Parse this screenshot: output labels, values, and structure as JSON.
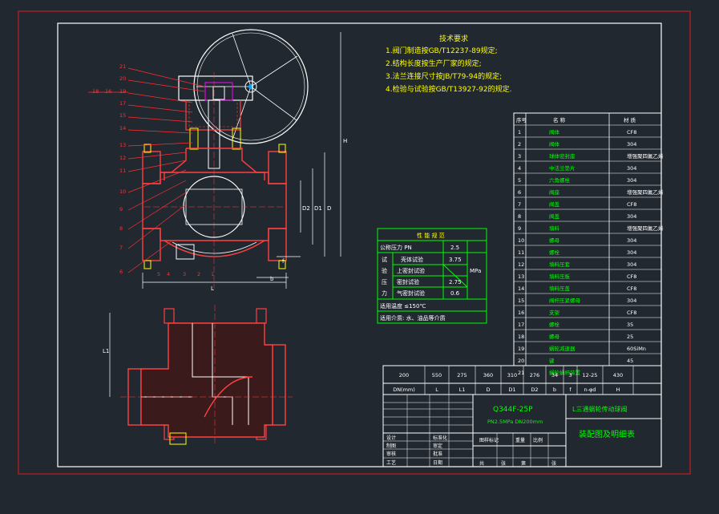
{
  "notes": {
    "title": "技术要求",
    "lines": [
      "1.阀门制造按GB/T12237-89规定;",
      "2.结构长度按生产厂家的规定;",
      "3.法兰连接尺寸按JB/T79-94的规定;",
      "4.检验与试验按GB/T13927-92的规定."
    ]
  },
  "parts": {
    "header": [
      "序号",
      "名 称",
      "材 质"
    ],
    "rows": [
      [
        "1",
        "阀体",
        "CF8"
      ],
      [
        "2",
        "阀体",
        "304"
      ],
      [
        "3",
        "球体密封座",
        "增强聚四氟乙烯"
      ],
      [
        "4",
        "中法兰垫片",
        "304"
      ],
      [
        "5",
        "六角螺栓",
        "304"
      ],
      [
        "6",
        "阀座",
        "增强聚四氟乙烯"
      ],
      [
        "7",
        "阀盖",
        "CF8"
      ],
      [
        "8",
        "阀盖",
        "304"
      ],
      [
        "9",
        "填料",
        "增强聚四氟乙烯"
      ],
      [
        "10",
        "螺母",
        "304"
      ],
      [
        "11",
        "螺栓",
        "304"
      ],
      [
        "12",
        "填料压套",
        "304"
      ],
      [
        "13",
        "填料压板",
        "CF8"
      ],
      [
        "14",
        "填料压盖",
        "CF8"
      ],
      [
        "15",
        "阀杆压紧螺母",
        "304"
      ],
      [
        "16",
        "支架",
        "CF8"
      ],
      [
        "17",
        "螺栓",
        "35"
      ],
      [
        "18",
        "螺母",
        "25"
      ],
      [
        "19",
        "蜗轮减速器",
        "60SiMn"
      ],
      [
        "20",
        "键",
        "45"
      ],
      [
        "21",
        "蜗轮蜗杆装置",
        ""
      ]
    ]
  },
  "perf": {
    "title": "性 能 规 范",
    "rows": [
      [
        "公称压力 PN",
        "2.5"
      ],
      [
        "壳体试验",
        "3.75"
      ],
      [
        "上密封试验",
        ""
      ],
      [
        "密封试验",
        "2.75"
      ],
      [
        "气密封试验",
        "0.6"
      ]
    ],
    "side_labels": [
      "试",
      "验",
      "压",
      "力"
    ],
    "unit": "MPa",
    "temp": "适用温度 ≤150℃",
    "medium": "适用介质: 水、油品等介质"
  },
  "dims": {
    "values": [
      "200",
      "550",
      "275",
      "360",
      "310",
      "276",
      "34",
      "3",
      "12-25",
      "430"
    ],
    "labels": [
      "DN(mm)",
      "L",
      "L1",
      "D",
      "D1",
      "D2",
      "b",
      "f",
      "n-φd",
      "H"
    ]
  },
  "title_block": {
    "model": "Q344F-25P",
    "spec": "PN2.5MPa DN200mm",
    "name": "L三通蜗轮传动球阀",
    "drawing": "装配图及明细表",
    "roles": [
      "设计",
      "制图",
      "审核",
      "工艺"
    ],
    "checks": [
      "标准化",
      "审定",
      "批准",
      "日期"
    ],
    "cols": [
      "图样标记",
      "重量",
      "比例"
    ],
    "sheet": [
      "共",
      "张",
      "第",
      "张"
    ]
  },
  "callouts": [
    "21",
    "20",
    "19",
    "18",
    "17",
    "16",
    "15",
    "14",
    "13",
    "12",
    "11",
    "10",
    "9",
    "8",
    "7",
    "6",
    "5",
    "4",
    "3",
    "2",
    "1"
  ],
  "dim_marks": {
    "H": "H",
    "D": "D",
    "D1": "D1",
    "D2": "D2",
    "b": "b",
    "f": "f",
    "L": "L",
    "L1": "L1"
  }
}
